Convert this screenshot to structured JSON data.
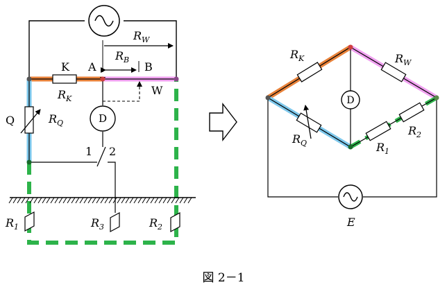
{
  "left": {
    "rw": "R",
    "rw_sub": "W",
    "rb": "R",
    "rb_sub": "B",
    "k": "K",
    "a": "A",
    "b": "B",
    "w": "W",
    "rk": "R",
    "rk_sub": "K",
    "q": "Q",
    "rq": "R",
    "rq_sub": "Q",
    "d": "D",
    "sw1": "1",
    "sw2": "2",
    "r1": "R",
    "r1_sub": "1",
    "r3": "R",
    "r3_sub": "3",
    "r2": "R",
    "r2_sub": "2"
  },
  "right": {
    "rk": "R",
    "rk_sub": "K",
    "rw": "R",
    "rw_sub": "W",
    "d": "D",
    "rq": "R",
    "rq_sub": "Q",
    "r1": "R",
    "r1_sub": "1",
    "r2": "R",
    "r2_sub": "2",
    "e": "E"
  },
  "caption": "図 2－1",
  "colors": {
    "orange": "#e8823a",
    "magenta": "#f0a0f0",
    "blue": "#7ec8ec",
    "green": "#2db34a"
  }
}
